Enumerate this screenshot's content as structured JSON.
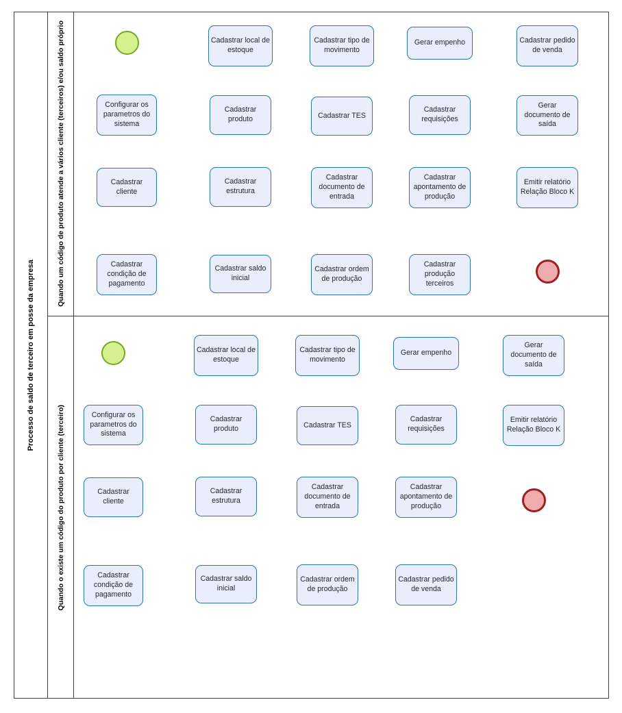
{
  "pool": {
    "title": "Processo de saldo de terceiro em posse da empresa"
  },
  "lanes": [
    {
      "id": "lane1",
      "label": "Quando um código de produto atende a vários cliente (terceiros) e/ou saldo próprio",
      "start_event": {
        "name": "start-event",
        "type": "start"
      },
      "end_event": {
        "name": "end-event",
        "type": "end"
      },
      "columns": [
        {
          "tasks": [
            "Configurar os parametros do sistema",
            "Cadastrar cliente",
            "Cadastrar condição de pagamento"
          ]
        },
        {
          "tasks": [
            "Cadastrar local de estoque",
            "Cadastrar produto",
            "Cadastrar estrutura",
            "Cadastrar saldo inicial"
          ]
        },
        {
          "tasks": [
            "Cadastrar tipo de movimento",
            "Cadastrar TES",
            "Cadastrar documento de entrada",
            "Cadastrar ordem de produção"
          ]
        },
        {
          "tasks": [
            "Gerar empenho",
            "Cadastrar requisições",
            "Cadastrar apontamento de produção",
            "Cadastrar produção terceiros"
          ]
        },
        {
          "tasks": [
            "Cadastrar pedido de venda",
            "Gerar documento de saída",
            "Emitir relatório Relação Bloco K"
          ]
        }
      ]
    },
    {
      "id": "lane2",
      "label": "Quando o existe um código do produto por cliente (terceiro)",
      "start_event": {
        "name": "start-event",
        "type": "start"
      },
      "end_event": {
        "name": "end-event",
        "type": "end"
      },
      "columns": [
        {
          "tasks": [
            "Configurar os parametros do sistema",
            "Cadastrar cliente",
            "Cadastrar condição de pagamento"
          ]
        },
        {
          "tasks": [
            "Cadastrar local de estoque",
            "Cadastrar produto",
            "Cadastrar estrutura",
            "Cadastrar saldo inicial"
          ]
        },
        {
          "tasks": [
            "Cadastrar tipo de movimento",
            "Cadastrar TES",
            "Cadastrar documento de entrada",
            "Cadastrar ordem de produção"
          ]
        },
        {
          "tasks": [
            "Gerar empenho",
            "Cadastrar requisições",
            "Cadastrar apontamento de produção",
            "Cadastrar pedido de venda"
          ]
        },
        {
          "tasks": [
            "Gerar documento de saída",
            "Emitir relatório Relação Bloco K"
          ]
        }
      ]
    }
  ],
  "colors": {
    "task_fill": "#eaeefb",
    "task_border": "#2e75a8",
    "start_fill": "#d7f08f",
    "start_border": "#74a822",
    "end_fill": "#efacac",
    "end_border": "#a01d22",
    "frame": "#3f3f3f",
    "connector": "#000000"
  }
}
